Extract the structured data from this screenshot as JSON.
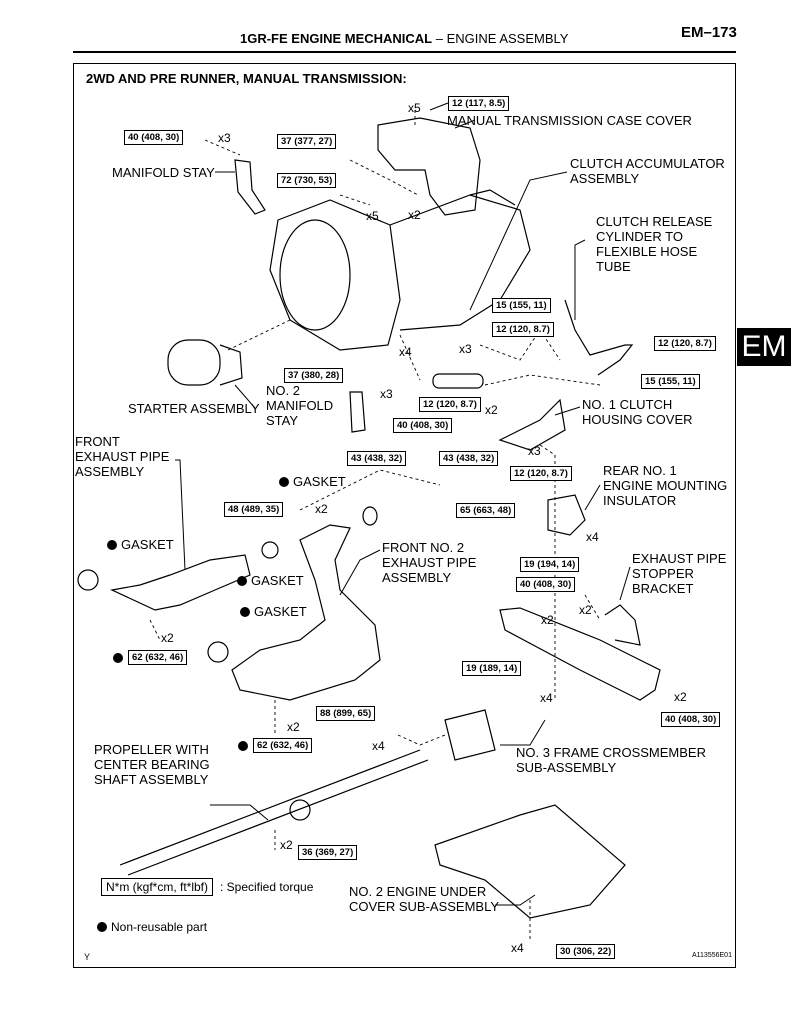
{
  "header": {
    "title_bold": "1GR-FE ENGINE MECHANICAL",
    "dash": " – ",
    "title_rest": "ENGINE ASSEMBLY",
    "page_number": "EM–173",
    "section_tab": "EM"
  },
  "diagram": {
    "section_title": "2WD AND PRE RUNNER, MANUAL TRANSMISSION:",
    "parts": {
      "manual_transmission_case_cover": "MANUAL TRANSMISSION CASE COVER",
      "clutch_accumulator": "CLUTCH ACCUMULATOR\nASSEMBLY",
      "clutch_release_tube": "CLUTCH RELEASE\nCYLINDER TO\nFLEXIBLE HOSE\nTUBE",
      "manifold_stay": "MANIFOLD STAY",
      "starter_assembly": "STARTER ASSEMBLY",
      "no2_manifold_stay": "NO. 2\nMANIFOLD\nSTAY",
      "no1_clutch_housing_cover": "NO. 1 CLUTCH\nHOUSING COVER",
      "front_exhaust_pipe": "FRONT\nEXHAUST PIPE\nASSEMBLY",
      "gasket": "GASKET",
      "front_no2_exhaust_pipe": "FRONT NO. 2\nEXHAUST PIPE\nASSEMBLY",
      "rear_no1_insulator": "REAR NO. 1\nENGINE MOUNTING\nINSULATOR",
      "exhaust_pipe_stopper": "EXHAUST PIPE\nSTOPPER\nBRACKET",
      "propeller_shaft": "PROPELLER WITH\nCENTER BEARING\nSHAFT ASSEMBLY",
      "no3_crossmember": "NO. 3 FRAME CROSSMEMBER\nSUB-ASSEMBLY",
      "no2_under_cover": "NO. 2 ENGINE UNDER\nCOVER SUB-ASSEMBLY"
    },
    "torques": {
      "t_12_117": "12 (117, 8.5)",
      "t_40_408_a": "40 (408, 30)",
      "t_37_377": "37 (377, 27)",
      "t_72_730": "72 (730, 53)",
      "t_15_155_a": "15 (155, 11)",
      "t_12_120_a": "12 (120, 8.7)",
      "t_12_120_b": "12 (120, 8.7)",
      "t_37_380": "37 (380, 28)",
      "t_15_155_b": "15 (155, 11)",
      "t_12_120_c": "12 (120, 8.7)",
      "t_40_408_b": "40 (408, 30)",
      "t_43_438_a": "43 (438, 32)",
      "t_43_438_b": "43 (438, 32)",
      "t_12_120_d": "12 (120, 8.7)",
      "t_48_489": "48 (489, 35)",
      "t_65_663": "65 (663, 48)",
      "t_19_194": "19 (194, 14)",
      "t_40_408_c": "40 (408, 30)",
      "t_62_632_a": "62 (632, 46)",
      "t_19_189": "19 (189, 14)",
      "t_40_408_d": "40 (408, 30)",
      "t_88_899": "88 (899, 65)",
      "t_62_632_b": "62 (632, 46)",
      "t_36_369": "36 (369, 27)",
      "t_30_306": "30 (306, 22)"
    },
    "quantities": {
      "x5": "x5",
      "x3": "x3",
      "x2": "x2",
      "x4": "x4"
    }
  },
  "legend": {
    "units_box": "N*m (kgf*cm, ft*lbf)",
    "units_text": ": Specified torque",
    "nonreusable": "Non-reusable part"
  },
  "footer": {
    "left_mark": "Y",
    "figure_id": "A113556E01"
  }
}
